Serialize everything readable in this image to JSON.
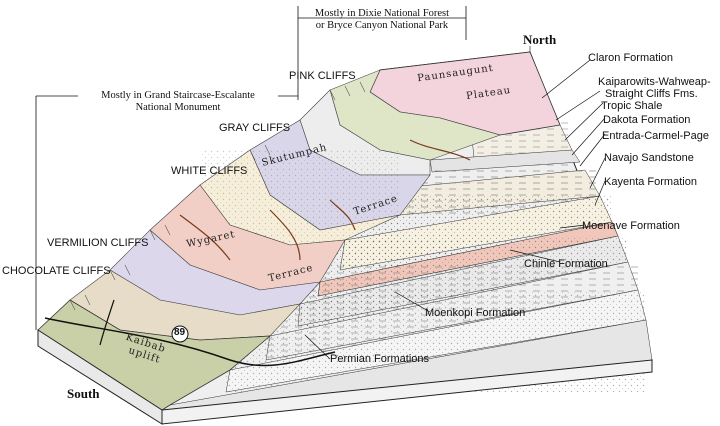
{
  "extents": {
    "dixie": {
      "line1": "Mostly in Dixie National Forest",
      "line2": "or Bryce Canyon National Park"
    },
    "grand_staircase": {
      "line1": "Mostly in Grand Staircase-Escalante",
      "line2": "National Monument"
    }
  },
  "cliffs": [
    "PINK CLIFFS",
    "GRAY CLIFFS",
    "WHITE CLIFFS",
    "VERMILION CLIFFS",
    "CHOCOLATE CLIFFS"
  ],
  "formations": [
    "Claron Formation",
    "Kaiparowits-Wahweap-",
    "Straight Cliffs Fms.",
    "Tropic Shale",
    "Dakota Formation",
    "Entrada-Carmel-Page",
    "Navajo Sandstone",
    "Kayenta Formation",
    "Moenave Formation",
    "Chinle Formation",
    "Moenkopi Formation",
    "Permian Formations"
  ],
  "places": [
    "Paunsaugunt",
    "Plateau",
    "Skutumpah",
    "Terrace",
    "Wygaret",
    "Terrace",
    "Kaibab",
    "uplift"
  ],
  "route_number": "89",
  "directions": {
    "north": "North",
    "south": "South"
  },
  "colors": {
    "pink": "#f3d3dc",
    "green": "#dfe6c8",
    "gray": "#ededed",
    "lavender": "#dad6ea",
    "cream": "#f6eed9",
    "vermilion": "#f2cfc6",
    "olive": "#c9cfa6",
    "side": "#ececec"
  }
}
